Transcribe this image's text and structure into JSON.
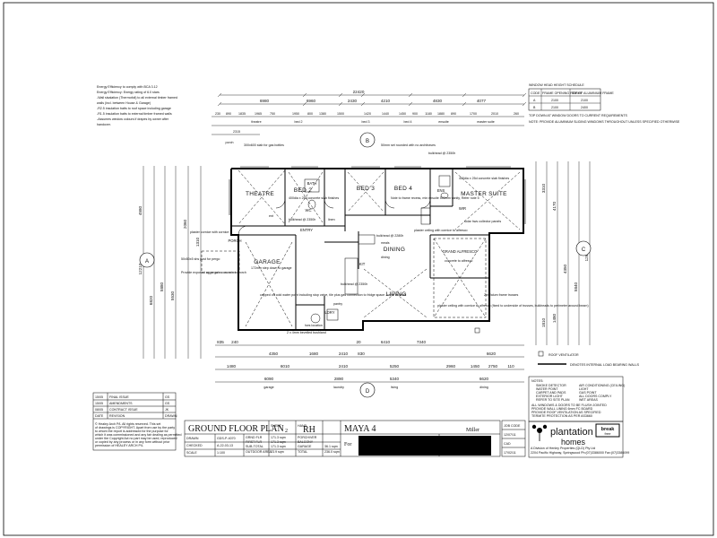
{
  "notes_top_left": [
    "Energy Efficiency to comply with BCA 3.12",
    "Energy Efficiency: Energy rating of 6.0 stars",
    "-Wall sisalation (Thermofoil) to all external timber framed",
    " walls (incl. between House & Garage)",
    "-R2.5 insulation batts to roof space including garage",
    "-R1.5 insulation batts to external timber framed walls",
    "-Assumes window colours if drapes by owner after",
    " handover."
  ],
  "overall_dims": {
    "total": "22420",
    "top_row": [
      "6980",
      "6960",
      "2430",
      "4210",
      "4830",
      "4077"
    ],
    "sub_row": [
      "230",
      "890",
      "1835",
      "1965",
      "750",
      "1950",
      "800",
      "1380",
      "1500",
      "1420",
      "1440",
      "1450",
      "900",
      "1180",
      "1880",
      "890",
      "1700",
      "2010",
      "260",
      "2315"
    ],
    "bottom_row1": [
      "835",
      "240",
      "4350",
      "1680",
      "2410",
      "830",
      "6620"
    ],
    "bottom_row2": [
      "1480",
      "6010",
      "2410",
      "5250",
      "2960",
      "1450",
      "2750",
      "110"
    ],
    "bottom_row3": [
      "6090",
      "2890",
      "5340",
      "6620"
    ],
    "bottom_labels": [
      "garage",
      "laundry",
      "living",
      "dining"
    ],
    "mid_row": [
      "7340"
    ],
    "mid_row_b": [
      "20",
      "6410"
    ],
    "left_dims": [
      "4580",
      "12210",
      "6820",
      "5880",
      "5530",
      "2060",
      "1310"
    ],
    "right_dims": [
      "3310",
      "4170",
      "4350",
      "5840",
      "12630",
      "1480",
      "1810"
    ]
  },
  "dim_labels_top": [
    "theatre",
    "bed 2",
    "bed 3",
    "bed 4",
    "ensuite",
    "master suite",
    "entry",
    "bath",
    "ens",
    "porch"
  ],
  "annotations": [
    "300x600 slab for gas bottles",
    "50mm set rounded with no architraves",
    "bulkhead @ 2350h",
    "400dia x 25d concrete slab finishes",
    "450dia x 25d concrete slab finishes",
    "plaster cornice with cornice",
    "50x50x5 shs post for pergo",
    "Provide exposed aggregate concrete to porch",
    "172mm step down to garage",
    "capped off cold water point including stop valve, tile plus gas connection to fridge space - refer to detail",
    "Note to frame recess, min ensuite 500mm vanity, Refer note 5",
    "solar hws collector panels",
    "concrete to alfresco",
    "plaster ceiling with cornice to alfresco (fixed to underside of trusses, bulkheads to perimeter around beam)",
    "plaster ceiling with cornice to alfresco",
    "Zinc/alum frame trusses",
    "2 x 4mm bevelled bushland",
    "bulkhead @ 2280h",
    "bulkhead @ 2350h",
    "hws location",
    "bulkhead @ 2350h",
    "linen",
    "pantry",
    "meals",
    "dining",
    "ent"
  ],
  "rooms": {
    "theatre": "THEATRE",
    "bed2": "BED 2",
    "bed3": "BED 3",
    "bed4": "BED 4",
    "bath": "BATH",
    "master": "MASTER SUITE",
    "entry": "ENTRY",
    "porch": "PORCH",
    "garage": "GARAGE",
    "laundry": "LDRY",
    "living": "LIVING",
    "alfresco": "GRAND ALFRESCO",
    "dining": "DINING",
    "ens": "ENS",
    "wir": "WIR",
    "kitchen": "KIT",
    "wc": "WC"
  },
  "markers": [
    "A",
    "B",
    "C",
    "D"
  ],
  "window_schedule": {
    "title": "WINDOW HEAD HEIGHT SCHEDULE",
    "headers": [
      "CODE",
      "FRAME OPENING HEIGHT",
      "TOP OF ALUMINIUM FRAME"
    ],
    "rows": [
      [
        "A",
        "2100",
        "2100"
      ],
      [
        "B",
        "2100",
        "2400"
      ]
    ],
    "note1": "TOP DOWN AT WINDOW DOORS TO CURRENT REQUIREMENTS",
    "note2": "NOTE: PROVIDE ALUMINIUM SLIDING WINDOWS THROUGHOUT UNLESS SPECIFIED OTHERWISE"
  },
  "legend": {
    "roof_vent": "ROOF VENTILATOR",
    "load_bearing": "DENOTES INTERNAL LOAD BEARING WALLS"
  },
  "revision_table": [
    {
      "no": "15/05",
      "desc": "FINAL ISSUE",
      "by": "GS"
    },
    {
      "no": "15/05",
      "desc": "AMENDMENTS",
      "by": "GS"
    },
    {
      "no": "08/05",
      "desc": "CONTRACT ISSUE",
      "by": "JK"
    },
    {
      "no": "DATE",
      "desc": "REVISION",
      "by": "DRAWN"
    }
  ],
  "copyright": [
    "© Healey Arch P/L   All rights reserved. This set",
    "of drawings is COPYRIGHT. Apart from use by the party",
    "to whom the report is addressed for the purpose for",
    "which it was commissioned and any fair dealing as permitted",
    "under the Copyright Act no part may be used, reproduced",
    "or copied by any process or in any form without prior",
    "permission of HEALEY ARCH P/L"
  ],
  "title_block": {
    "sheet_title": "GROUND FLOOR PLAN",
    "sheet_label": "SHEET",
    "sheet_no": "2",
    "hand_label": "HAND",
    "hand": "RH",
    "design": "MAYA 4",
    "client": "Miller",
    "lot_prefix": "For",
    "drawn_label": "DRAWN",
    "drawn": "GDS-P-4070",
    "checked_label": "CHECKED",
    "checked": "A-22-03-13",
    "scale_label": "SCALE",
    "scale": "1:100",
    "area_labels": [
      "GRND FLR",
      "FIRST FLR",
      "SUB-TOTAL",
      "OUTDOOR AREA"
    ],
    "area_values": [
      "171.3 sqm",
      "171.3 sqm",
      "171.3 sqm",
      "23.9 sqm"
    ],
    "area_labels2": [
      "PORCH/VER",
      "BALCONY",
      "GARAGE",
      "TOTAL"
    ],
    "area_values2": [
      "",
      "",
      "36.1 sqm",
      "236.0 sqm"
    ],
    "job_rows": [
      "JOB CODE",
      "12/07/11",
      "CAD",
      "17/02/11"
    ]
  },
  "note_box": {
    "title": "NOTES:",
    "items": [
      "SMOKE DETECTOR",
      "AIR CONDITIONING (CEILING)",
      "WATER POINT",
      "LIGHT",
      "CARPET AND PADS",
      "GAS POINT",
      "EXTERIOR LIGHT",
      "ALL DOORS COMPLY",
      "REFER TO SITE PLAN",
      "WET AREAS"
    ],
    "text": [
      "ALL WINDOWS & DOORS TO BE FLUSH JOINTED",
      "PROVIDE WALL LINING 6mm FC BOARD",
      "PROVIDE ROOF VENTILATION AS SPECIFIED",
      "TERMITE PROTECTION AS PER AS3660"
    ]
  },
  "brand": {
    "name_line1": "plantation",
    "name_line2": "homes",
    "badge_line1": "break",
    "badge_line2": "free",
    "address1": "A Division of Henley Properties (QLD) Pty Ltd",
    "address2": "2204 Pacific Highway, Springwood  Ph:(07)3386000  Fax:(07)3386099"
  }
}
